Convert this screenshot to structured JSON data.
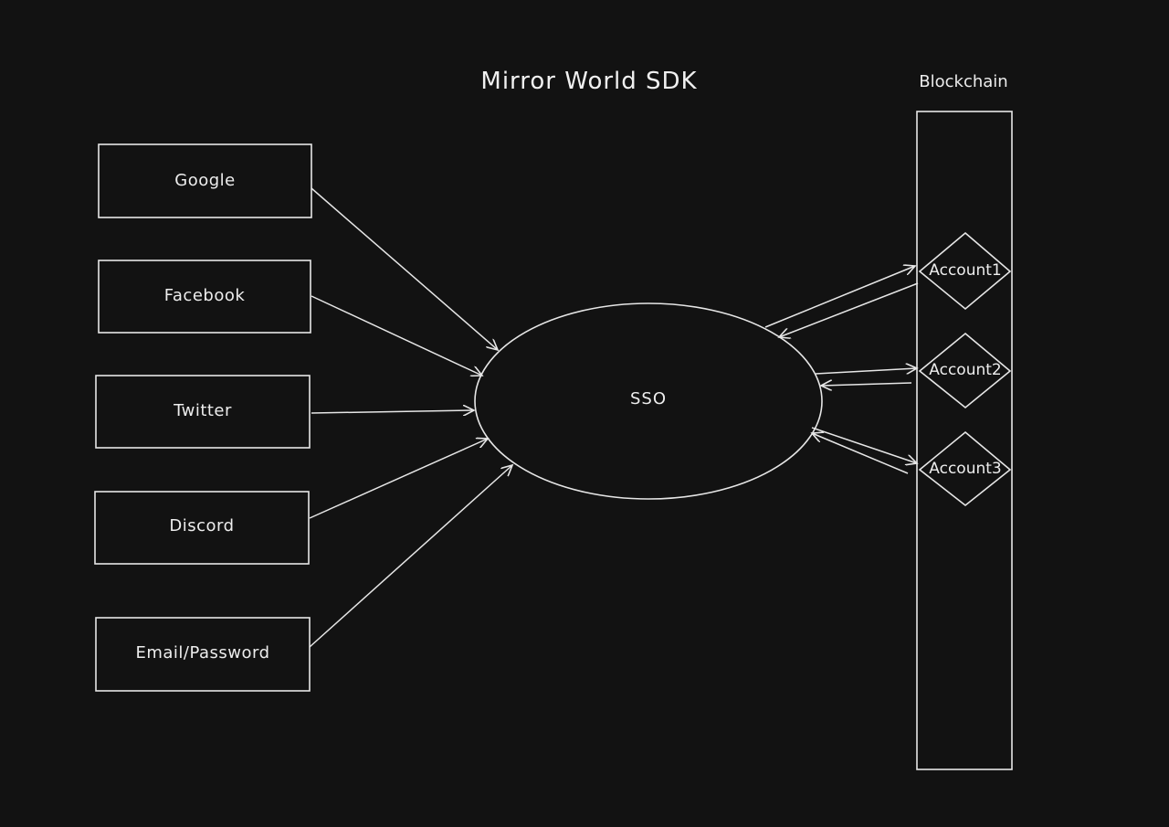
{
  "diagram": {
    "title": "Mirror World SDK",
    "blockchain": {
      "label": "Blockchain"
    },
    "providers": [
      {
        "label": "Google"
      },
      {
        "label": "Facebook"
      },
      {
        "label": "Twitter"
      },
      {
        "label": "Discord"
      },
      {
        "label": "Email/Password"
      }
    ],
    "hub": {
      "label": "SSO"
    },
    "accounts": [
      {
        "label": "Account1"
      },
      {
        "label": "Account2"
      },
      {
        "label": "Account3"
      }
    ],
    "colors": {
      "background": "#121212",
      "stroke": "#e6e6e6"
    }
  }
}
